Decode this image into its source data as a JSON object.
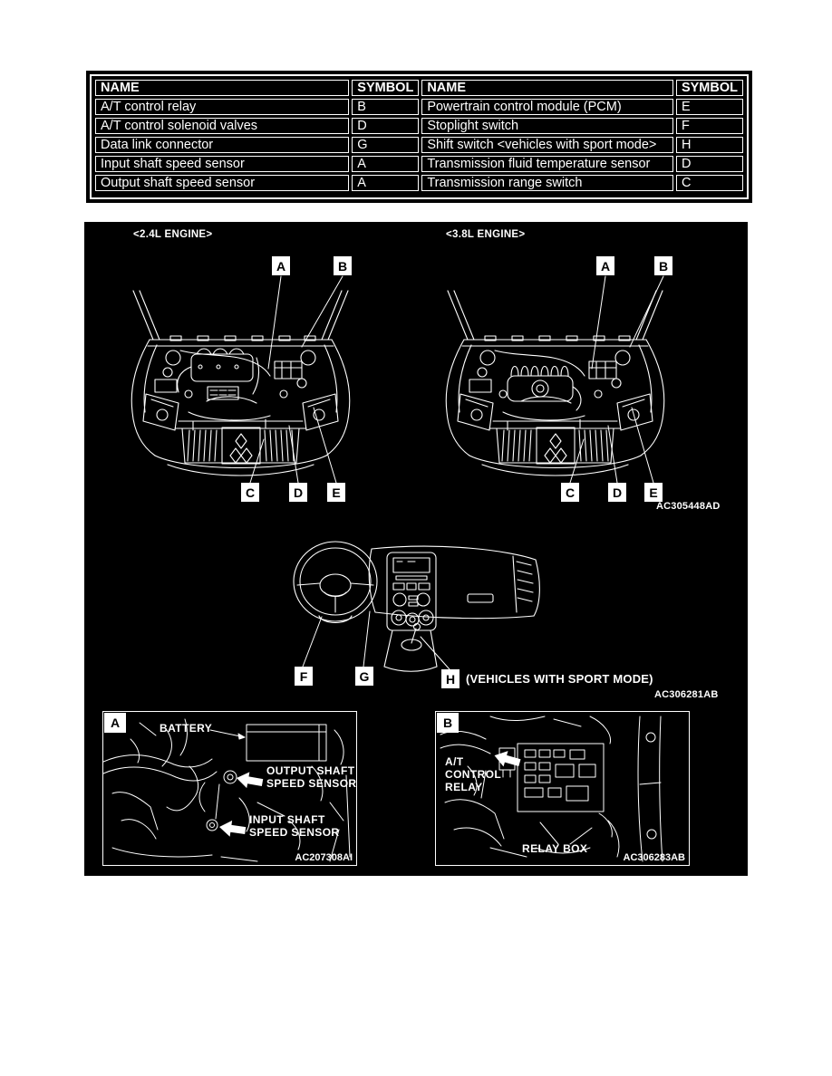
{
  "colors": {
    "page_bg": "#ffffff",
    "panel_bg": "#000000",
    "line": "#ffffff"
  },
  "legend_table": {
    "headers": [
      "NAME",
      "SYMBOL",
      "NAME",
      "SYMBOL"
    ],
    "rows": [
      [
        "A/T control relay",
        "B",
        "Powertrain control module (PCM)",
        "E"
      ],
      [
        "A/T control solenoid valves",
        "D",
        "Stoplight switch",
        "F"
      ],
      [
        "Data link connector",
        "G",
        "Shift switch <vehicles with sport mode>",
        "H"
      ],
      [
        "Input shaft speed sensor",
        "A",
        "Transmission fluid temperature sensor",
        "D"
      ],
      [
        "Output shaft speed sensor",
        "A",
        "Transmission range switch",
        "C"
      ]
    ]
  },
  "diagram": {
    "engine_left_title": "<2.4L ENGINE>",
    "engine_right_title": "<3.8L ENGINE>",
    "callouts": {
      "a": "A",
      "b": "B",
      "c": "C",
      "d": "D",
      "e": "E",
      "f": "F",
      "g": "G",
      "h": "H"
    },
    "engines_code": "AC305448AD",
    "dashboard_code": "AC306281AB",
    "sport_mode_note": "(VEHICLES WITH SPORT MODE)",
    "panel_a": {
      "letter": "A",
      "battery_label": "BATTERY",
      "output_line1": "OUTPUT SHAFT",
      "output_line2": "SPEED SENSOR",
      "input_line1": "INPUT SHAFT",
      "input_line2": "SPEED SENSOR",
      "code": "AC207308AI"
    },
    "panel_b": {
      "letter": "B",
      "relay_line1": "A/T",
      "relay_line2": "CONTROL",
      "relay_line3": "RELAY",
      "relay_box_label": "RELAY BOX",
      "code": "AC306283AB"
    }
  }
}
